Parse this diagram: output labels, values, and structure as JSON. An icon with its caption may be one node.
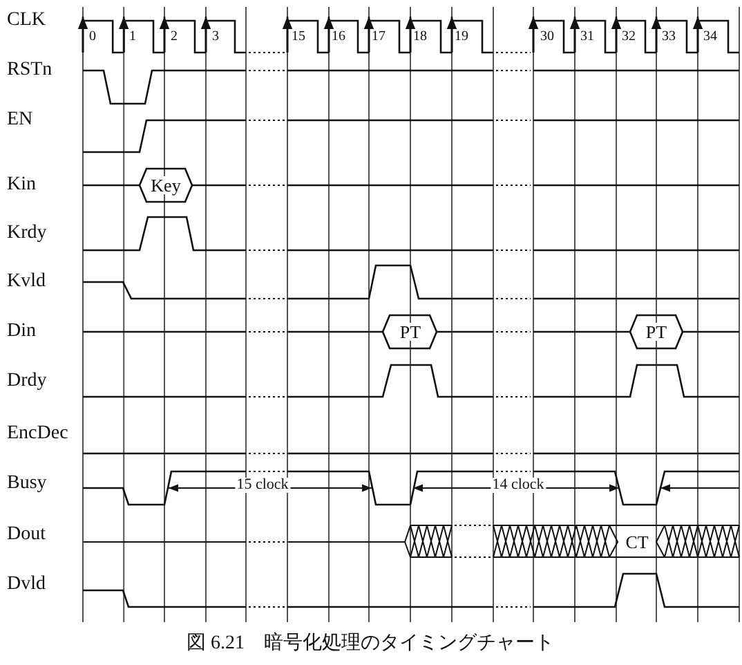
{
  "diagram": {
    "caption": "図 6.21　暗号化処理のタイミングチャート",
    "labels": [
      "CLK",
      "0",
      "1",
      "2",
      "3",
      "15",
      "16",
      "17",
      "18",
      "19",
      "30",
      "31",
      "32",
      "33",
      "34",
      "RSTn",
      "EN",
      "Kin",
      "Key",
      "Krdy",
      "Kvld",
      "Din",
      "PT",
      "PT",
      "Drdy",
      "EncDec",
      "Busy",
      "15 clock",
      "14 clock",
      "Dout",
      "CT",
      "Dvld"
    ]
  }
}
